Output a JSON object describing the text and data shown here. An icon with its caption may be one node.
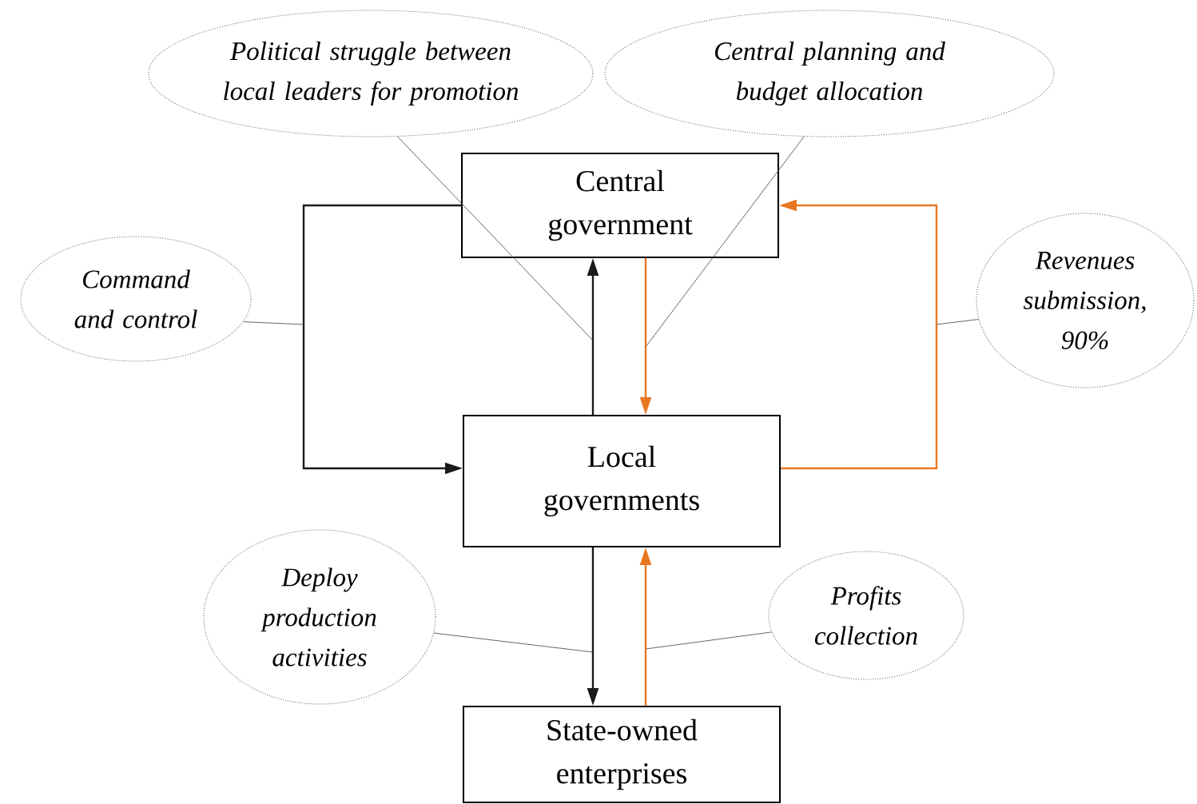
{
  "diagram": {
    "nodes": [
      {
        "text": [
          "Central government"
        ]
      },
      {
        "text": [
          "Local governments"
        ]
      },
      {
        "text": [
          "State-owned enterprises"
        ]
      },
      {
        "text": [
          "Political struggle between local leaders for promotion"
        ]
      },
      {
        "text": [
          "Central planning and budget allocation"
        ]
      },
      {
        "text": [
          "Command and control"
        ]
      },
      {
        "text": [
          "Revenues submission, 90%"
        ]
      },
      {
        "text": [
          "Deploy production activities"
        ]
      },
      {
        "text": [
          "Profits collection"
        ]
      }
    ],
    "edges": [
      {
        "from": 0,
        "to": 1,
        "arrow": "to"
      },
      {
        "from": 1,
        "to": 0,
        "arrow": "to"
      },
      {
        "from": 0,
        "to": 1,
        "arrow": "to",
        "color": "#e87722"
      },
      {
        "from": 1,
        "to": 0,
        "arrow": "to",
        "color": "#e87722"
      },
      {
        "from": 1,
        "to": 2,
        "arrow": "to"
      },
      {
        "from": 2,
        "to": 1,
        "arrow": "to",
        "color": "#e87722"
      },
      {
        "from": 3,
        "to": null,
        "arrow": "none",
        "color": "#555555"
      },
      {
        "from": 4,
        "to": null,
        "arrow": "none",
        "color": "#555555"
      },
      {
        "from": 5,
        "to": null,
        "arrow": "none",
        "color": "#555555"
      },
      {
        "from": 6,
        "to": null,
        "arrow": "none",
        "color": "#555555"
      },
      {
        "from": 7,
        "to": null,
        "arrow": "none",
        "color": "#555555"
      },
      {
        "from": 8,
        "to": null,
        "arrow": "none",
        "color": "#555555"
      }
    ]
  }
}
